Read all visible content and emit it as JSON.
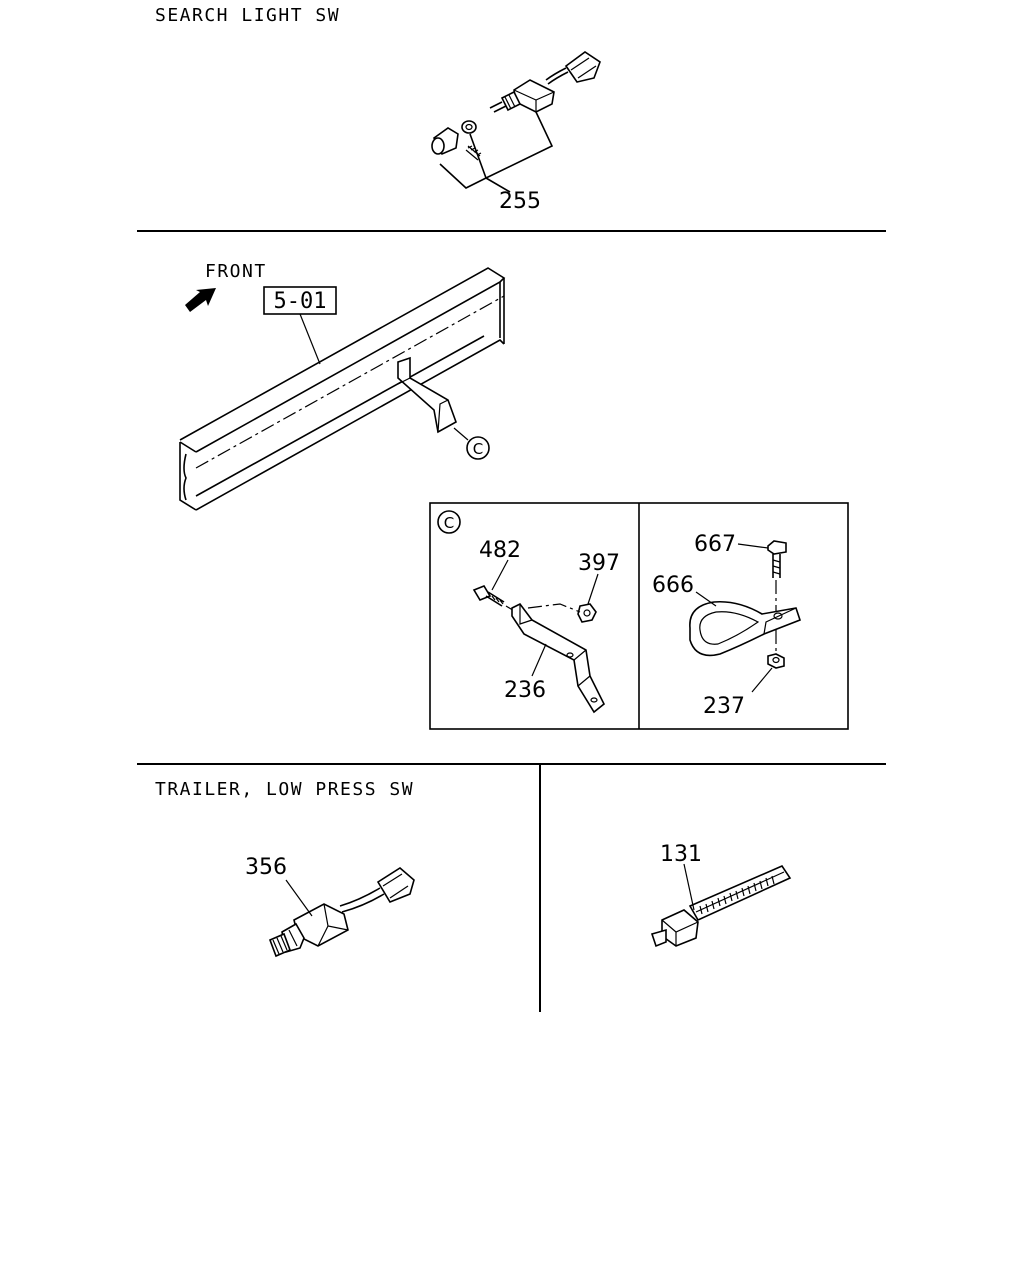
{
  "sections": {
    "search_light": {
      "title": "SEARCH LIGHT SW",
      "part": "255"
    },
    "frame": {
      "front_label": "FRONT",
      "ref_box": "5-01",
      "callout": "C"
    },
    "detail_c": {
      "marker": "C",
      "parts": [
        "482",
        "397",
        "236"
      ]
    },
    "detail_clip": {
      "parts": [
        "667",
        "666",
        "237"
      ]
    },
    "trailer": {
      "title": "TRAILER, LOW PRESS SW",
      "part": "356"
    },
    "cable_tie": {
      "part": "131"
    }
  }
}
